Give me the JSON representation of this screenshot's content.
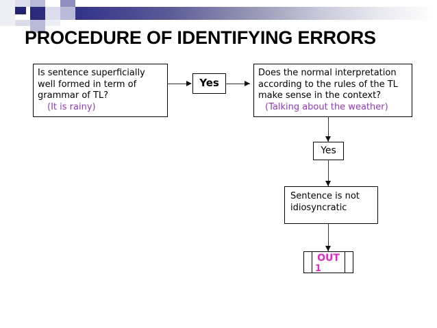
{
  "slide": {
    "title": "PROCEDURE OF IDENTIFYING ERRORS",
    "background_color": "#ffffff",
    "accent_color": "#9933cc",
    "out_color": "#ee22cc",
    "header_gradient_from": "#22226e",
    "header_gradient_to": "#ffffff"
  },
  "flowchart": {
    "nodes": [
      {
        "id": "q1",
        "type": "process",
        "text": "Is sentence superficially\nwell formed in term of\ngrammar of  TL?",
        "example": "(It is rainy)"
      },
      {
        "id": "yes1",
        "type": "label",
        "text": "Yes"
      },
      {
        "id": "q2",
        "type": "process",
        "text": "Does the normal interpretation\naccording to the rules of the TL\nmake sense in the context?",
        "example": "(Talking about the weather)"
      },
      {
        "id": "yes2",
        "type": "label",
        "text": "Yes"
      },
      {
        "id": "stmt1",
        "type": "process",
        "text": "Sentence is not\nidiosyncratic"
      },
      {
        "id": "out1",
        "type": "predefined-process",
        "text": "OUT",
        "number": "1"
      }
    ],
    "connectors": [
      {
        "id": "c1",
        "from": "q1",
        "to": "yes1",
        "direction": "right"
      },
      {
        "id": "c2",
        "from": "yes1",
        "to": "q2",
        "direction": "right"
      },
      {
        "id": "c3",
        "from": "q2",
        "to": "yes2",
        "direction": "down"
      },
      {
        "id": "c4",
        "from": "yes2",
        "to": "stmt1",
        "direction": "down"
      },
      {
        "id": "c5",
        "from": "stmt1",
        "to": "out1",
        "direction": "down"
      }
    ]
  }
}
